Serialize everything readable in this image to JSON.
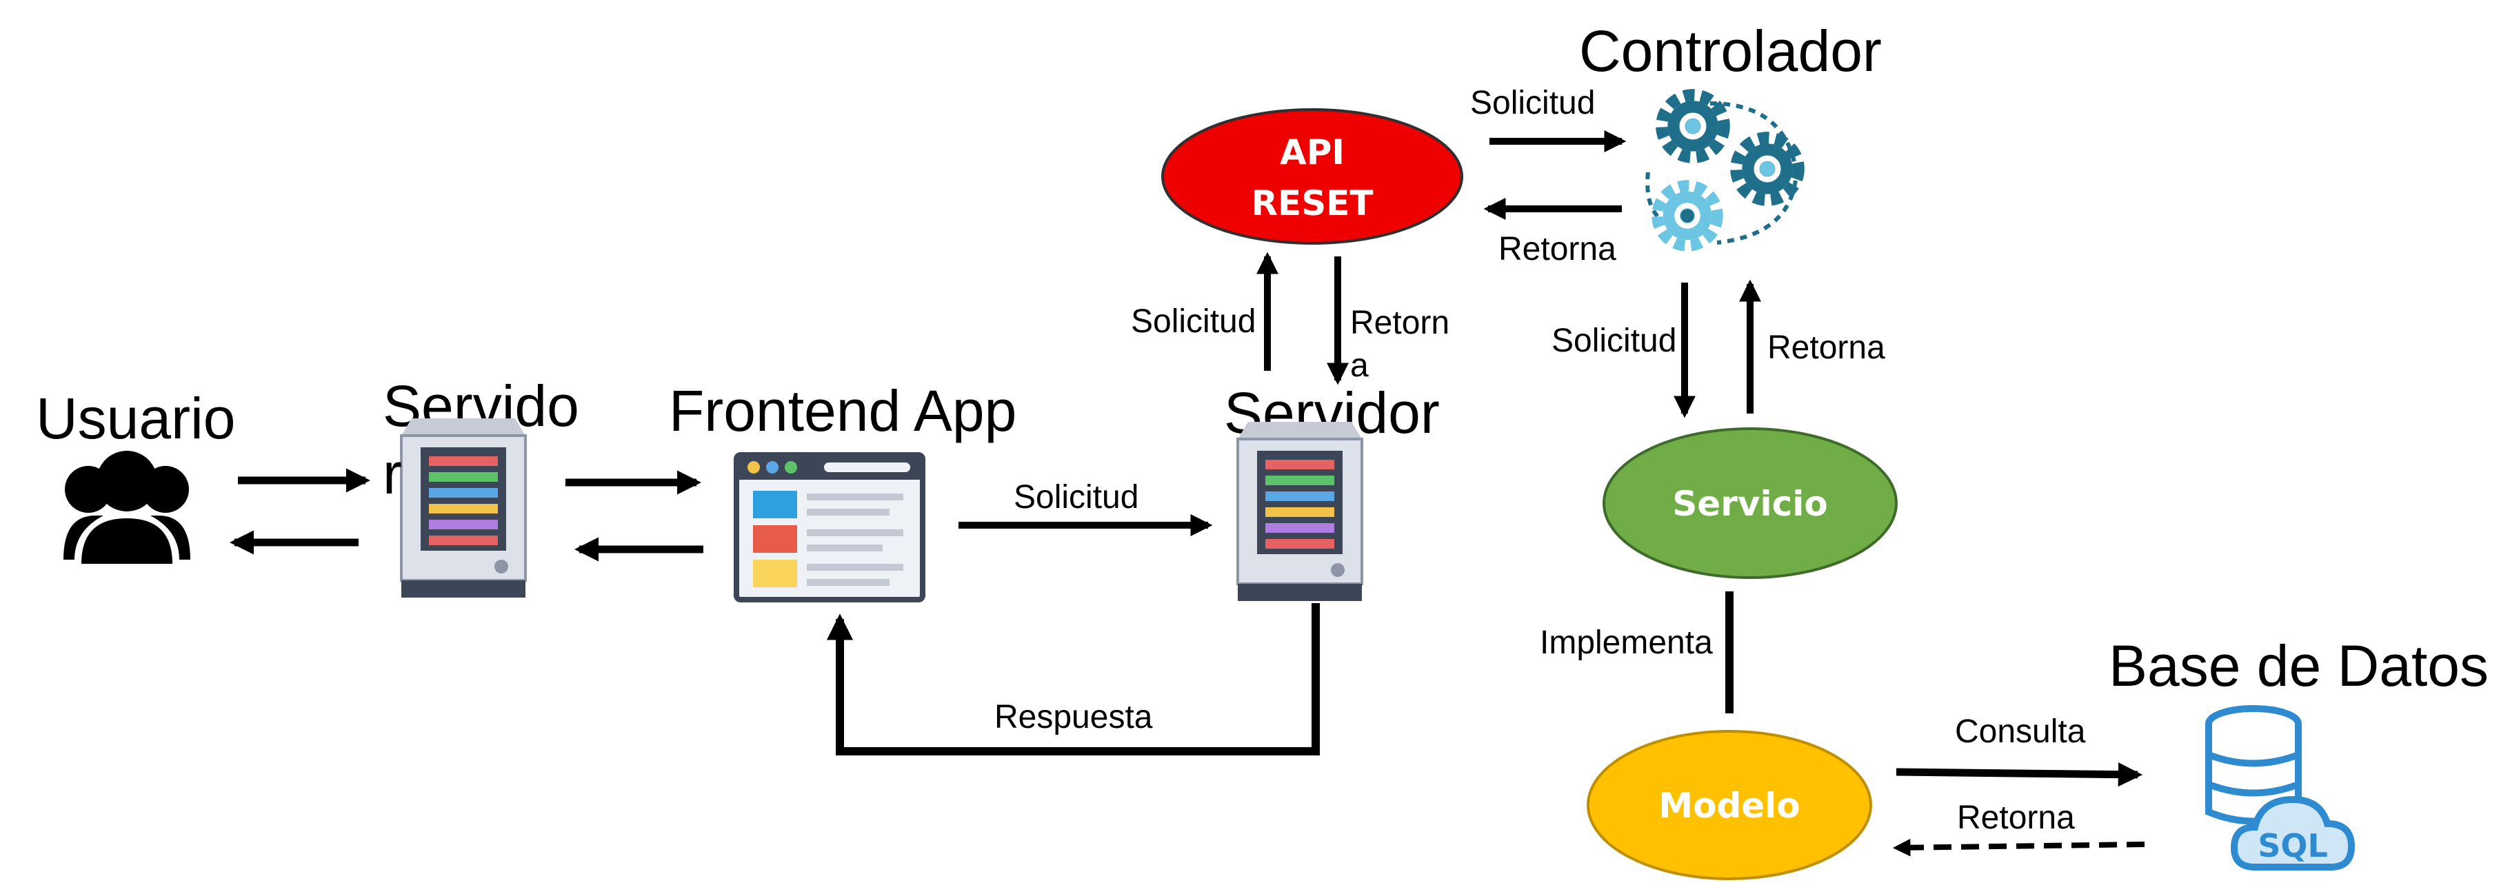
{
  "labels": {
    "usuario": "Usuario",
    "servidor_left_line1": "Servido",
    "servidor_left_line2": "r",
    "frontend": "Frontend App",
    "servidor_mid": "Servidor",
    "controlador": "Controlador",
    "base_datos": "Base de Datos"
  },
  "nodes": {
    "api_line1": "API",
    "api_line2": "RESET",
    "servicio": "Servicio",
    "modelo": "Modelo"
  },
  "edges": {
    "frontend_to_servidor": "Solicitud",
    "servidor_to_frontend": "Respuesta",
    "servidor_to_api": "Solicitud",
    "api_to_servidor_line1": "Retorn",
    "api_to_servidor_line2": "a",
    "api_to_controlador": "Solicitud",
    "controlador_to_api": "Retorna",
    "controlador_to_servicio": "Solicitud",
    "servicio_to_controlador": "Retorna",
    "servicio_modelo": "Implementa",
    "modelo_to_db": "Consulta",
    "db_to_modelo": "Retorna"
  },
  "icons": {
    "usuario": "users-group-icon",
    "servidor": "server-icon",
    "frontend": "browser-window-icon",
    "controlador": "gears-icon",
    "base_datos": "sql-database-icon"
  },
  "colors": {
    "api": "#ee0000",
    "servicio": "#70ad47",
    "modelo": "#ffc000",
    "gear_dark": "#1f6f8b",
    "gear_light": "#6cc5e3",
    "db": "#2e8bd0"
  }
}
